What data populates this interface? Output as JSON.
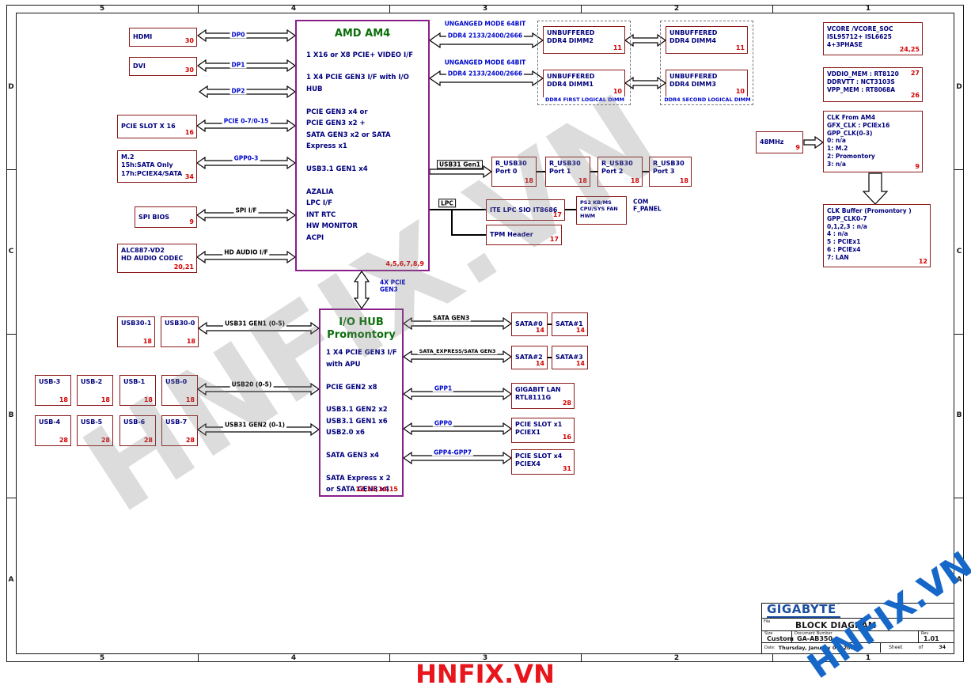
{
  "zones": {
    "h": [
      "5",
      "4",
      "3",
      "2",
      "1"
    ],
    "v": [
      "D",
      "C",
      "B",
      "A"
    ]
  },
  "watermarks": {
    "diagonal": "HNFIX.VN",
    "bottom": "HNFIX.VN",
    "corner": "HNFIX.VN"
  },
  "colors": {
    "box_border": "#8b1a1a",
    "box_text": "#00007d",
    "page_ref": "#d40000",
    "bus_label_blue": "#0008cc",
    "chip_border": "#8a1f8a",
    "chip_title_green": "#0a6e0a",
    "logo_blue": "#1c4fa0",
    "watermark_red": "#e8151d",
    "watermark_blue": "#1668c8"
  },
  "chips": {
    "am4": {
      "title": "AMD AM4",
      "lines": "1 X16 or X8 PCIE+ VIDEO I/F\n\n1 X4 PCIE GEN3 I/F with I/O HUB\n\nPCIE GEN3  x4 or\nPCIE GEN3  x2 +\nSATA GEN3 x2 or SATA Express x1\n\nUSB3.1 GEN1   x4\n\nAZALIA\nLPC I/F\nINT RTC\nHW MONITOR\nACPI",
      "ref": "4,5,6,7,8,9"
    },
    "hub": {
      "title": "I/O HUB\nPromontory",
      "lines": "1 X4 PCIE GEN3 I/F\nwith APU\n\nPCIE GEN2  x8\n\nUSB3.1 GEN2 x2\nUSB3.1 GEN1 x6\nUSB2.0  x6\n\nSATA GEN3 x4\n\nSATA Express  x 2\nor SATA GEN3 x4",
      "ref": "12,13,14,15"
    }
  },
  "blocks": {
    "hdmi": {
      "label": "HDMI",
      "ref": "30"
    },
    "dvi": {
      "label": "DVI",
      "ref": "30"
    },
    "pcie_slot16": {
      "label": "PCIE SLOT X 16",
      "ref": "16"
    },
    "m2": {
      "label": "M.2\n15h:SATA Only\n17h:PCIEX4/SATA",
      "ref": "34"
    },
    "spi_bios": {
      "label": "SPI BIOS",
      "ref": "9"
    },
    "audio_codec": {
      "label": "ALC887-VD2\nHD AUDIO CODEC",
      "ref": "20,21"
    },
    "usb30_1": {
      "label": "USB30-1",
      "ref": "18"
    },
    "usb30_0": {
      "label": "USB30-0",
      "ref": "18"
    },
    "usb_3": {
      "label": "USB-3",
      "ref": "18"
    },
    "usb_2": {
      "label": "USB-2",
      "ref": "18"
    },
    "usb_1": {
      "label": "USB-1",
      "ref": "18"
    },
    "usb_0": {
      "label": "USB-0",
      "ref": "18"
    },
    "usb_4": {
      "label": "USB-4",
      "ref": "28"
    },
    "usb_5": {
      "label": "USB-5",
      "ref": "28"
    },
    "usb_6": {
      "label": "USB-6",
      "ref": "28"
    },
    "usb_7": {
      "label": "USB-7",
      "ref": "28"
    },
    "dimm2": {
      "label": "UNBUFFERED\nDDR4 DIMM2",
      "ref": "11"
    },
    "dimm4": {
      "label": "UNBUFFERED\nDDR4 DIMM4",
      "ref": "11"
    },
    "dimm1": {
      "label": "UNBUFFERED\nDDR4 DIMM1",
      "ref": "10"
    },
    "dimm3": {
      "label": "UNBUFFERED\nDDR4 DIMM3",
      "ref": "10"
    },
    "rusb_p0": {
      "label": "R_USB30\nPort 0",
      "ref": "18"
    },
    "rusb_p1": {
      "label": "R_USB30\nPort 1",
      "ref": "18"
    },
    "rusb_p2": {
      "label": "R_USB30\nPort 2",
      "ref": "18"
    },
    "rusb_p3": {
      "label": "R_USB30\nPort 3",
      "ref": "18"
    },
    "ite": {
      "label": "ITE LPC SIO IT8686",
      "ref": "17"
    },
    "ps2": {
      "label": "PS2 KB/MS\nCPU/SYS FAN\nHWM"
    },
    "tpm": {
      "label": "TPM Header",
      "ref": "17"
    },
    "sata0": {
      "label": "SATA#0",
      "ref": "14"
    },
    "sata1": {
      "label": "SATA#1",
      "ref": "14"
    },
    "sata2": {
      "label": "SATA#2",
      "ref": "14"
    },
    "sata3": {
      "label": "SATA#3",
      "ref": "14"
    },
    "lan": {
      "label": "GIGABIT LAN\nRTL8111G",
      "ref": "28"
    },
    "pciex1": {
      "label": "PCIE SLOT x1\nPCIEX1",
      "ref": "16"
    },
    "pciex4": {
      "label": "PCIE SLOT x4\nPCIEX4",
      "ref": "31"
    },
    "vcore": {
      "label": "VCORE /VCORE_SOC\nISL95712+ ISL6625  4+3PHASE",
      "ref": "24,25"
    },
    "vddio": {
      "label": "VDDIO_MEM : RT8120\nDDRVTT : NCT3103S\nVPP_MEM : RT8068A",
      "ref_top": "27",
      "ref_bottom": "26"
    },
    "clk48": {
      "label": "48MHz",
      "ref": "9"
    },
    "clk_am4": {
      "label": "CLK From AM4\nGFX_CLK :  PCIEx16\nGPP_CLK(0-3)\n0:  n/a\n1:  M.2\n2:  Promontory\n3:  n/a",
      "ref": "9"
    },
    "clk_buf": {
      "label": "CLK Buffer (Promontory )\nGPP_CLK0-7\n0,1,2,3 : n/a\n4 : n/a\n5 : PCIEx1\n6 : PCIEx4\n7:  LAN",
      "ref": "12"
    }
  },
  "bus_labels": {
    "dp0": "DP0",
    "dp1": "DP1",
    "dp2": "DP2",
    "pcie07": "PCIE 0-7/0-15",
    "gpp03": "GPP0-3",
    "spi": "SPI I/F",
    "hdaudio": "HD AUDIO I/F",
    "unganged_1": "UNGANGED MODE 64BIT",
    "ddr_speed_1": "DDR4 2133/2400/2666",
    "unganged_2": "UNGANGED MODE 64BIT",
    "ddr_speed_2": "DDR4 2133/2400/2666",
    "usb31gen1": "USB31 Gen1",
    "lpc": "LPC",
    "pcie4x": "4X PCIE\nGEN3",
    "hub_usb31gen1": "USB31 GEN1 (0-5)",
    "hub_usb20": "USB20 (0-5)",
    "hub_usb31gen2": "USB31 GEN2 (0-1)",
    "sata_gen3": "SATA GEN3",
    "sata_express": "SATA_EXPRESS/SATA GEN3",
    "gpp1": "GPP1",
    "gpp0": "GPP0",
    "gpp47": "GPP4-GPP7",
    "com_fpanel": "COM\nF_PANEL",
    "dimm_first": "DDR4 FIRST LOGICAL DIMM",
    "dimm_second": "DDR4 SECOND LOGICAL DIMM"
  },
  "titleblock": {
    "logo": "GIGABYTE",
    "tm": "™",
    "file_label": "File",
    "title": "BLOCK DIAGRAM",
    "size_label": "Size",
    "size_value": "Custom",
    "doc_label": "Document Number",
    "doc_value": "GA-AB350",
    "rev_label": "Rev",
    "rev_value": "1.01",
    "date_label": "Date:",
    "date_value": "Thursday, January 04, 2018",
    "sheet_label": "Sheet",
    "of_label": "of",
    "sheet_total": "34"
  }
}
